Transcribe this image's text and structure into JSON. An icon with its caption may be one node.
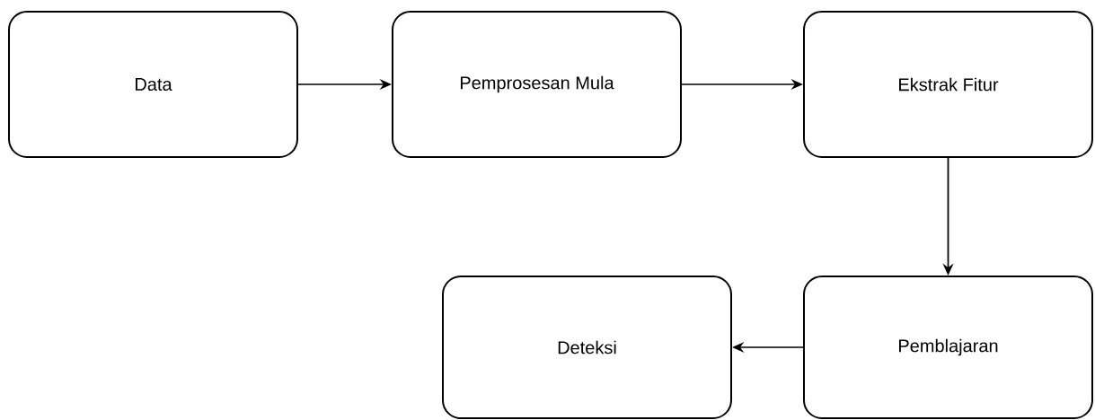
{
  "diagram": {
    "nodes": [
      {
        "text": [
          "Data"
        ]
      },
      {
        "text": [
          "Pemprosesan Mula"
        ]
      },
      {
        "text": [
          "Ekstrak Fitur"
        ]
      },
      {
        "text": [
          "Pemblajaran"
        ]
      },
      {
        "text": [
          "Deteksi"
        ]
      }
    ],
    "edges": [
      {
        "from": 0,
        "to": 1,
        "arrow": "to"
      },
      {
        "from": 1,
        "to": 2,
        "arrow": "to"
      },
      {
        "from": 2,
        "to": 3,
        "arrow": "to"
      },
      {
        "from": 3,
        "to": 4,
        "arrow": "to"
      }
    ]
  }
}
